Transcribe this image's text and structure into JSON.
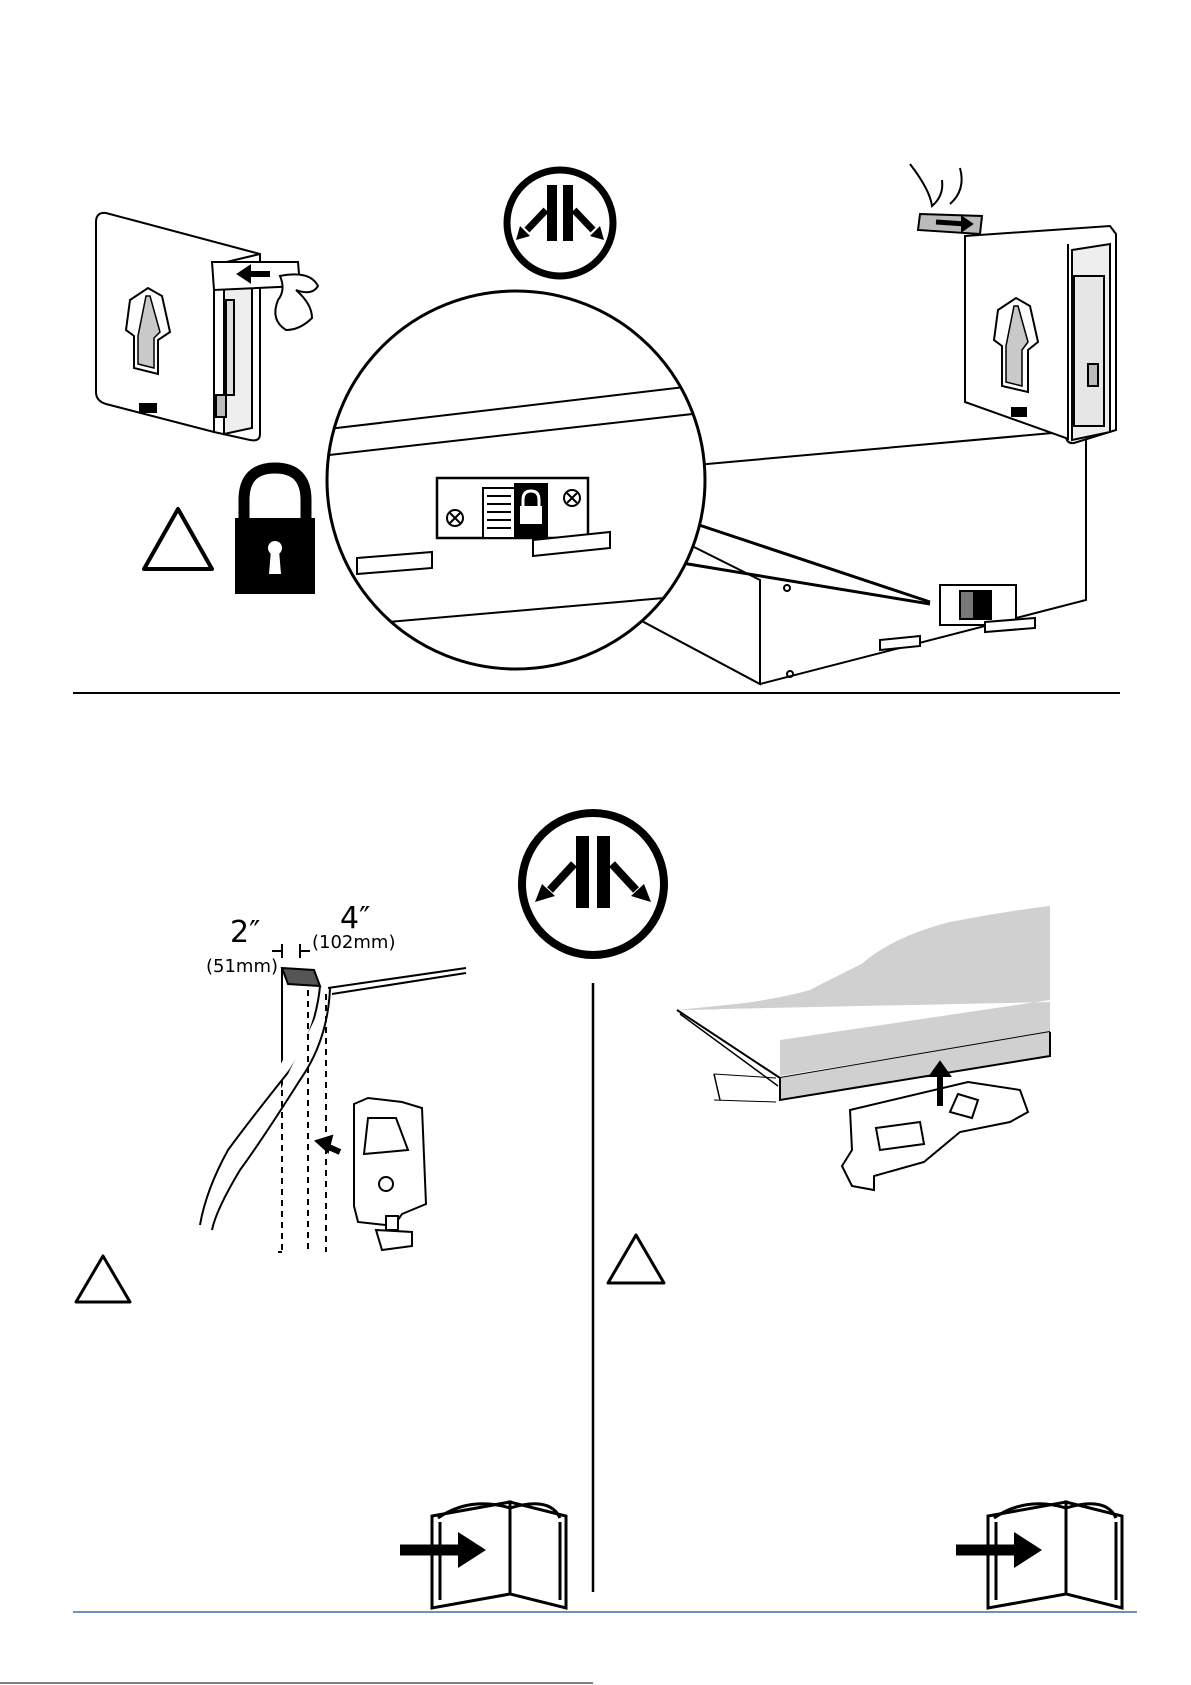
{
  "page": {
    "section_top": {
      "illustration": "vertical and horizontal orientation with lock slider",
      "icons": [
        "orientation-icon",
        "warning-icon",
        "padlock-icon"
      ]
    },
    "section_bottom": {
      "left": {
        "dimension_depth": "2″",
        "dimension_depth_metric": "(51mm)",
        "dimension_width": "4″",
        "dimension_width_metric": "(102mm)",
        "icons": [
          "warning-icon",
          "see-manual-icon"
        ]
      },
      "right": {
        "icons": [
          "warning-icon",
          "see-manual-icon"
        ]
      }
    },
    "colors": {
      "line": "#000000",
      "gray_fill": "#c9c9c9",
      "light_gray": "#e6e6e6",
      "footer_rule": "#3d6fa8"
    }
  }
}
